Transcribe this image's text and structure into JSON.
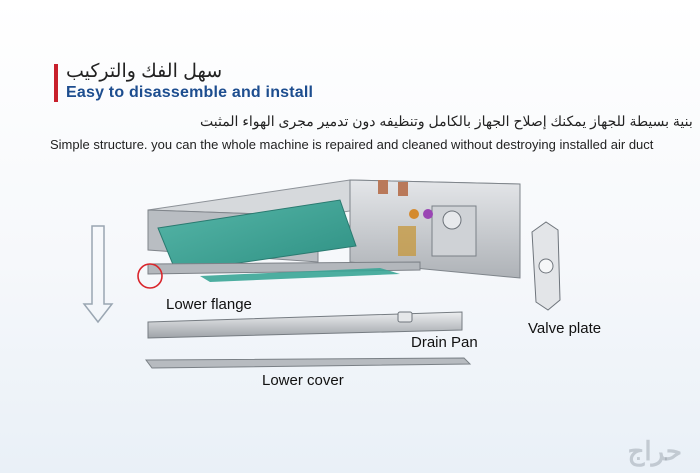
{
  "header": {
    "title_ar": "سهل الفك والتركيب",
    "title_en": "Easy to disassemble and install",
    "accent_color": "#c8202c",
    "title_color": "#1d4d8f"
  },
  "description": {
    "ar": "بنية بسيطة للجهاز يمكنك إصلاح الجهاز بالكامل وتنظيفه دون تدمير مجرى الهواء المثبت",
    "en": "Simple structure. you can the whole machine is repaired and cleaned without destroying installed air duct"
  },
  "labels": {
    "lower_flange": "Lower flange",
    "drain_pan": "Drain Pan",
    "valve_plate": "Valve plate",
    "lower_cover": "Lower cover"
  },
  "watermark": "حراج",
  "colors": {
    "coil": "#3aa596",
    "casing": "#c9ccd0",
    "highlight_circle": "#d9252b"
  },
  "icons": [
    "down-arrow-icon",
    "highlight-circle-icon"
  ]
}
